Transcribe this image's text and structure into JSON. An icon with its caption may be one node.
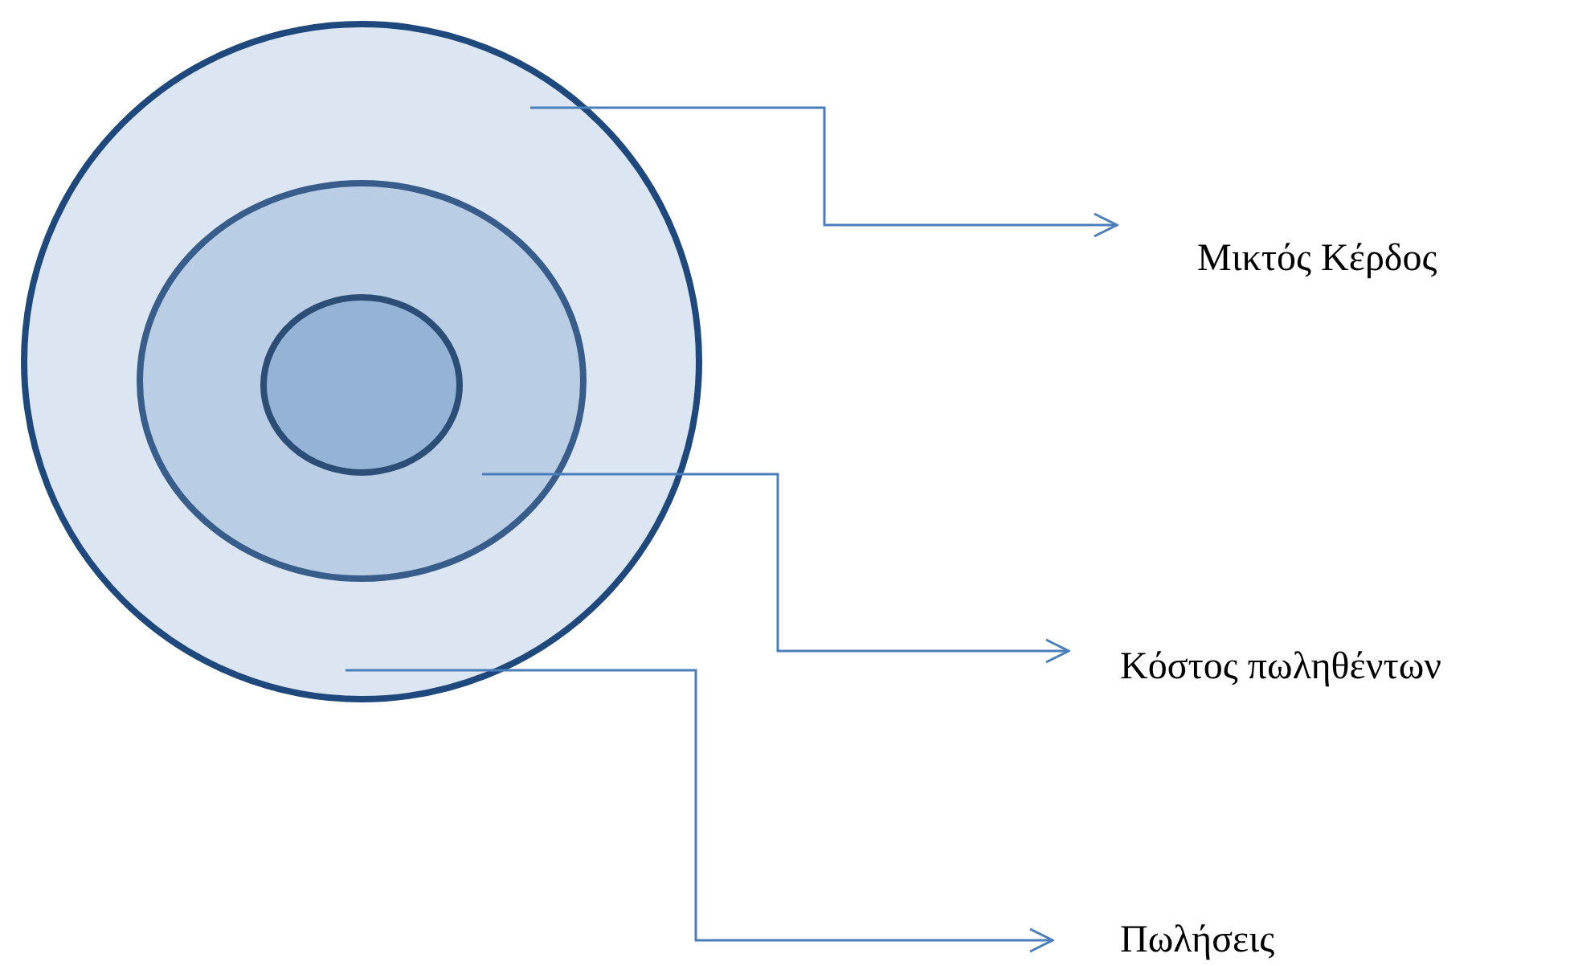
{
  "diagram": {
    "nodes": [
      {
        "text": [],
        "shape": "circle"
      },
      {
        "text": [],
        "shape": "circle",
        "in": 0
      },
      {
        "text": [],
        "shape": "circle",
        "in": 1
      },
      {
        "text": [
          "Μικτός Κέρδος"
        ]
      },
      {
        "text": [
          "Κόστος πωληθέντων"
        ]
      },
      {
        "text": [
          "Πωλήσεις"
        ]
      }
    ],
    "edges": [
      {
        "from": 0,
        "to": 3,
        "arrow": "to"
      },
      {
        "from": 1,
        "to": 4,
        "arrow": "to"
      },
      {
        "from": 0,
        "to": 5,
        "arrow": "to"
      }
    ]
  }
}
